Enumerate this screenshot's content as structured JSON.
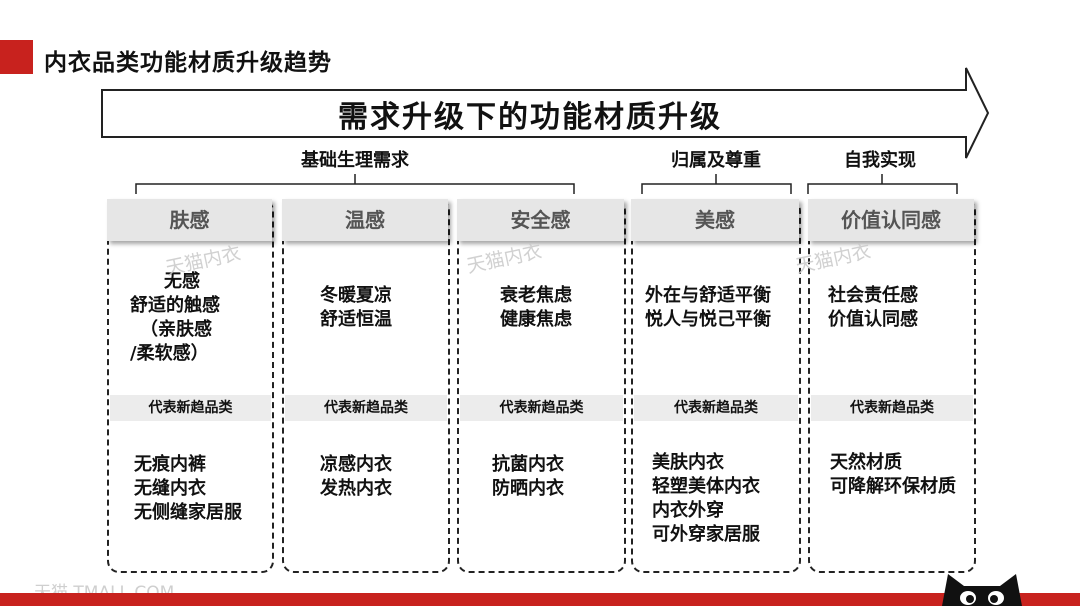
{
  "page_title": "内衣品类功能材质升级趋势",
  "arrow_text": "需求升级下的功能材质升级",
  "groups": [
    {
      "label": "基础生理需求"
    },
    {
      "label": "归属及尊重"
    },
    {
      "label": "自我实现"
    }
  ],
  "columns": [
    {
      "header": "肤感",
      "needs": [
        "无感",
        "舒适的触感",
        "（亲肤感",
        "/柔软感）"
      ],
      "band": "代表新趋品类",
      "products": [
        "无痕内裤",
        "无缝内衣",
        "无侧缝家居服"
      ]
    },
    {
      "header": "温感",
      "needs": [
        "冬暖夏凉",
        "舒适恒温"
      ],
      "band": "代表新趋品类",
      "products": [
        "凉感内衣",
        "发热内衣"
      ]
    },
    {
      "header": "安全感",
      "needs": [
        "衰老焦虑",
        "健康焦虑"
      ],
      "band": "代表新趋品类",
      "products": [
        "抗菌内衣",
        "防晒内衣"
      ]
    },
    {
      "header": "美感",
      "needs": [
        "外在与舒适平衡",
        "悦人与悦己平衡"
      ],
      "band": "代表新趋品类",
      "products": [
        "美肤内衣",
        "轻塑美体内衣",
        "内衣外穿",
        "可外穿家居服"
      ]
    },
    {
      "header": "价值认同感",
      "needs": [
        "社会责任感",
        "价值认同感"
      ],
      "band": "代表新趋品类",
      "products": [
        "天然材质",
        "可降解环保材质"
      ]
    }
  ],
  "watermark": "天猫内衣",
  "footer_watermark": "天猫 TMALL.COM",
  "colors": {
    "accent": "#c8221e",
    "header_bg": "#e6e6e6",
    "band_bg": "#ececec"
  }
}
